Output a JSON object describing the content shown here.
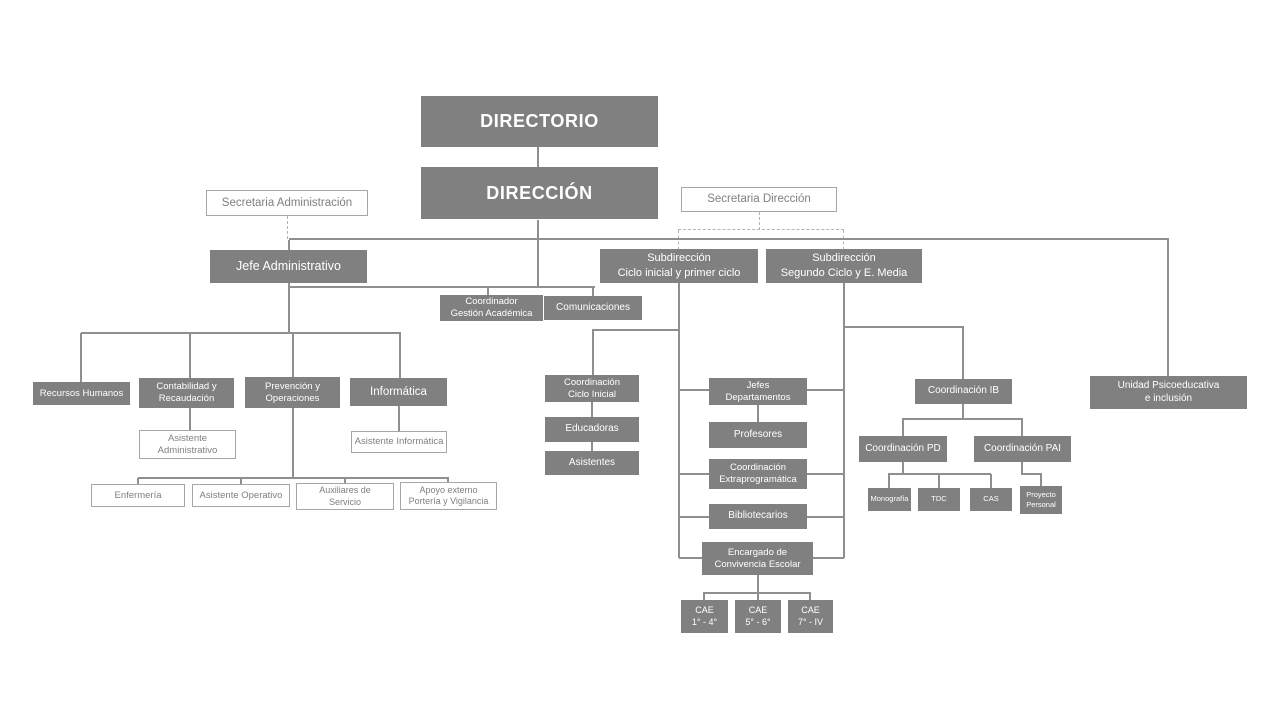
{
  "colors": {
    "box_fill": "#808080",
    "box_text": "#ffffff",
    "outline_border": "#a6a6a6",
    "outline_text": "#7f7f7f",
    "connector": "#8f8f8f",
    "connector_dashed": "#b3b3b3",
    "background": "#ffffff"
  },
  "nodes": {
    "directorio": "DIRECTORIO",
    "direccion": "DIRECCIÓN",
    "secretaria_administracion": "Secretaria Administración",
    "secretaria_direccion": "Secretaria Dirección",
    "jefe_administrativo": "Jefe Administrativo",
    "subdireccion_ciclo_inicial": "Subdirección\nCiclo inicial y primer ciclo",
    "subdireccion_segundo_ciclo": "Subdirección\nSegundo Ciclo y E. Media",
    "coordinador_gestion_academica": "Coordinador\nGestión Académica",
    "comunicaciones": "Comunicaciones",
    "recursos_humanos": "Recursos Humanos",
    "contabilidad_recaudacion": "Contabilidad y\nRecaudación",
    "prevencion_operaciones": "Prevención y\nOperaciones",
    "informatica": "Informática",
    "asistente_administrativo": "Asistente\nAdministrativo",
    "asistente_informatica": "Asistente Informática",
    "enfermeria": "Enfermería",
    "asistente_operativo": "Asistente Operativo",
    "auxiliares_servicio": "Auxiliares de\nServicio",
    "apoyo_externo": "Apoyo externo\nPortería y Vigilancia",
    "coordinacion_ciclo_inicial": "Coordinación\nCiclo Inicial",
    "educadoras": "Educadoras",
    "asistentes": "Asistentes",
    "jefes_departamentos": "Jefes\nDepartamentos",
    "profesores": "Profesores",
    "coordinacion_extraprogramatica": "Coordinación\nExtraprogramática",
    "bibliotecarios": "Bibliotecarios",
    "encargado_convivencia": "Encargado de\nConvivencia Escolar",
    "cae_1_4": "CAE\n1° - 4°",
    "cae_5_6": "CAE\n5° - 6°",
    "cae_7_iv": "CAE\n7° - IV",
    "coordinacion_ib": "Coordinación IB",
    "coordinacion_pd": "Coordinación PD",
    "coordinacion_pai": "Coordinación PAI",
    "monografia": "Monografía",
    "tdc": "TDC",
    "cas": "CAS",
    "proyecto_personal": "Proyecto\nPersonal",
    "unidad_psicoeducativa": "Unidad Psicoeducativa\ne inclusión"
  }
}
